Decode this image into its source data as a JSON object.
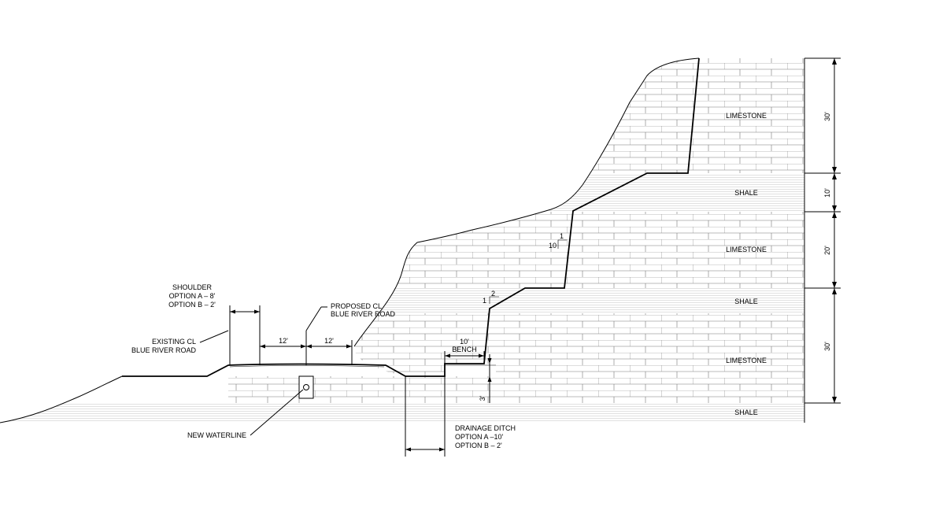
{
  "layers": [
    {
      "name": "LIMESTONE",
      "thickness": "30'"
    },
    {
      "name": "SHALE",
      "thickness": "10'"
    },
    {
      "name": "LIMESTONE",
      "thickness": "20'"
    },
    {
      "name": "SHALE",
      "thickness": ""
    },
    {
      "name": "LIMESTONE",
      "thickness": "30'"
    },
    {
      "name": "SHALE",
      "thickness": ""
    }
  ],
  "labels": {
    "shoulder": [
      "SHOULDER",
      "OPTION A – 8'",
      "OPTION B – 2'"
    ],
    "proposed_cl": [
      "PROPOSED CL",
      "BLUE RIVER ROAD"
    ],
    "existing_cl": [
      "EXISTING CL",
      "BLUE RIVER ROAD"
    ],
    "lane_left": "12'",
    "lane_right": "12'",
    "bench": [
      "10'",
      "BENCH"
    ],
    "ditch_depth": "3'",
    "drainage": [
      "DRAINAGE DITCH",
      "OPTION A –10'",
      "OPTION B – 2'"
    ],
    "waterline": "NEW WATERLINE",
    "slope_upper": {
      "rise": "1",
      "run": "10"
    },
    "slope_lower": {
      "rise": "2",
      "run": "1"
    }
  }
}
